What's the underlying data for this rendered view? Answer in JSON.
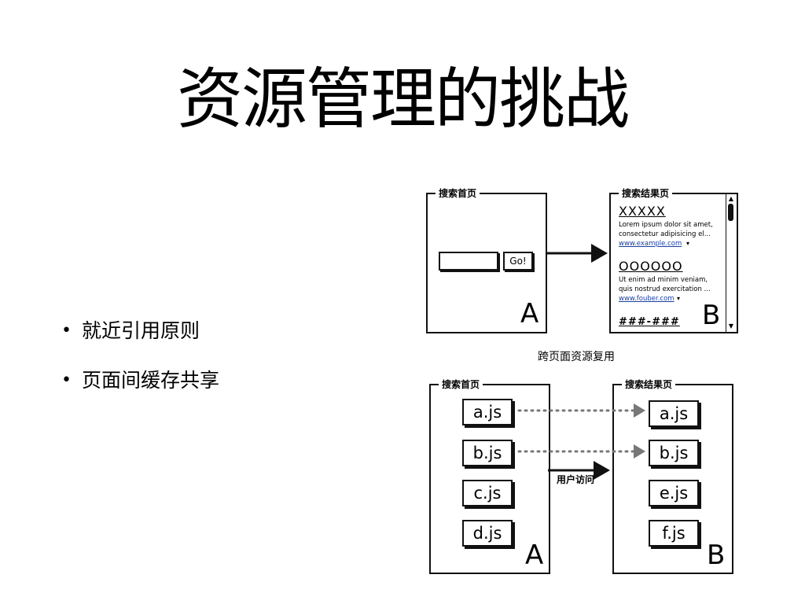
{
  "title": "资源管理的挑战",
  "bullets": [
    "就近引用原则",
    "页面间缓存共享"
  ],
  "diagram_top": {
    "left_frame": {
      "title": "搜索首页",
      "go_label": "Go!",
      "letter": "A"
    },
    "right_frame": {
      "title": "搜索结果页",
      "letter": "B",
      "results": [
        {
          "link": "XXXXX",
          "lines": [
            "Lorem ipsum dolor sit amet,",
            "consectetur adipisicing el..."
          ],
          "url": "www.example.com",
          "caret": "▾"
        },
        {
          "link": "OOOOOO",
          "lines": [
            "Ut enim ad minim veniam,",
            "quis nostrud exercitation ..."
          ],
          "url": "www.fouber.com",
          "caret": "▾"
        }
      ],
      "footer": "###-###",
      "scroll_up": "▲",
      "scroll_down": "▼"
    }
  },
  "caption": "跨页面资源复用",
  "diagram_bottom": {
    "left_frame": {
      "title": "搜索首页",
      "letter": "A",
      "files": [
        "a.js",
        "b.js",
        "c.js",
        "d.js"
      ]
    },
    "right_frame": {
      "title": "搜索结果页",
      "letter": "B",
      "files": [
        "a.js",
        "b.js",
        "e.js",
        "f.js"
      ]
    },
    "arrow_label": "用户访问"
  }
}
